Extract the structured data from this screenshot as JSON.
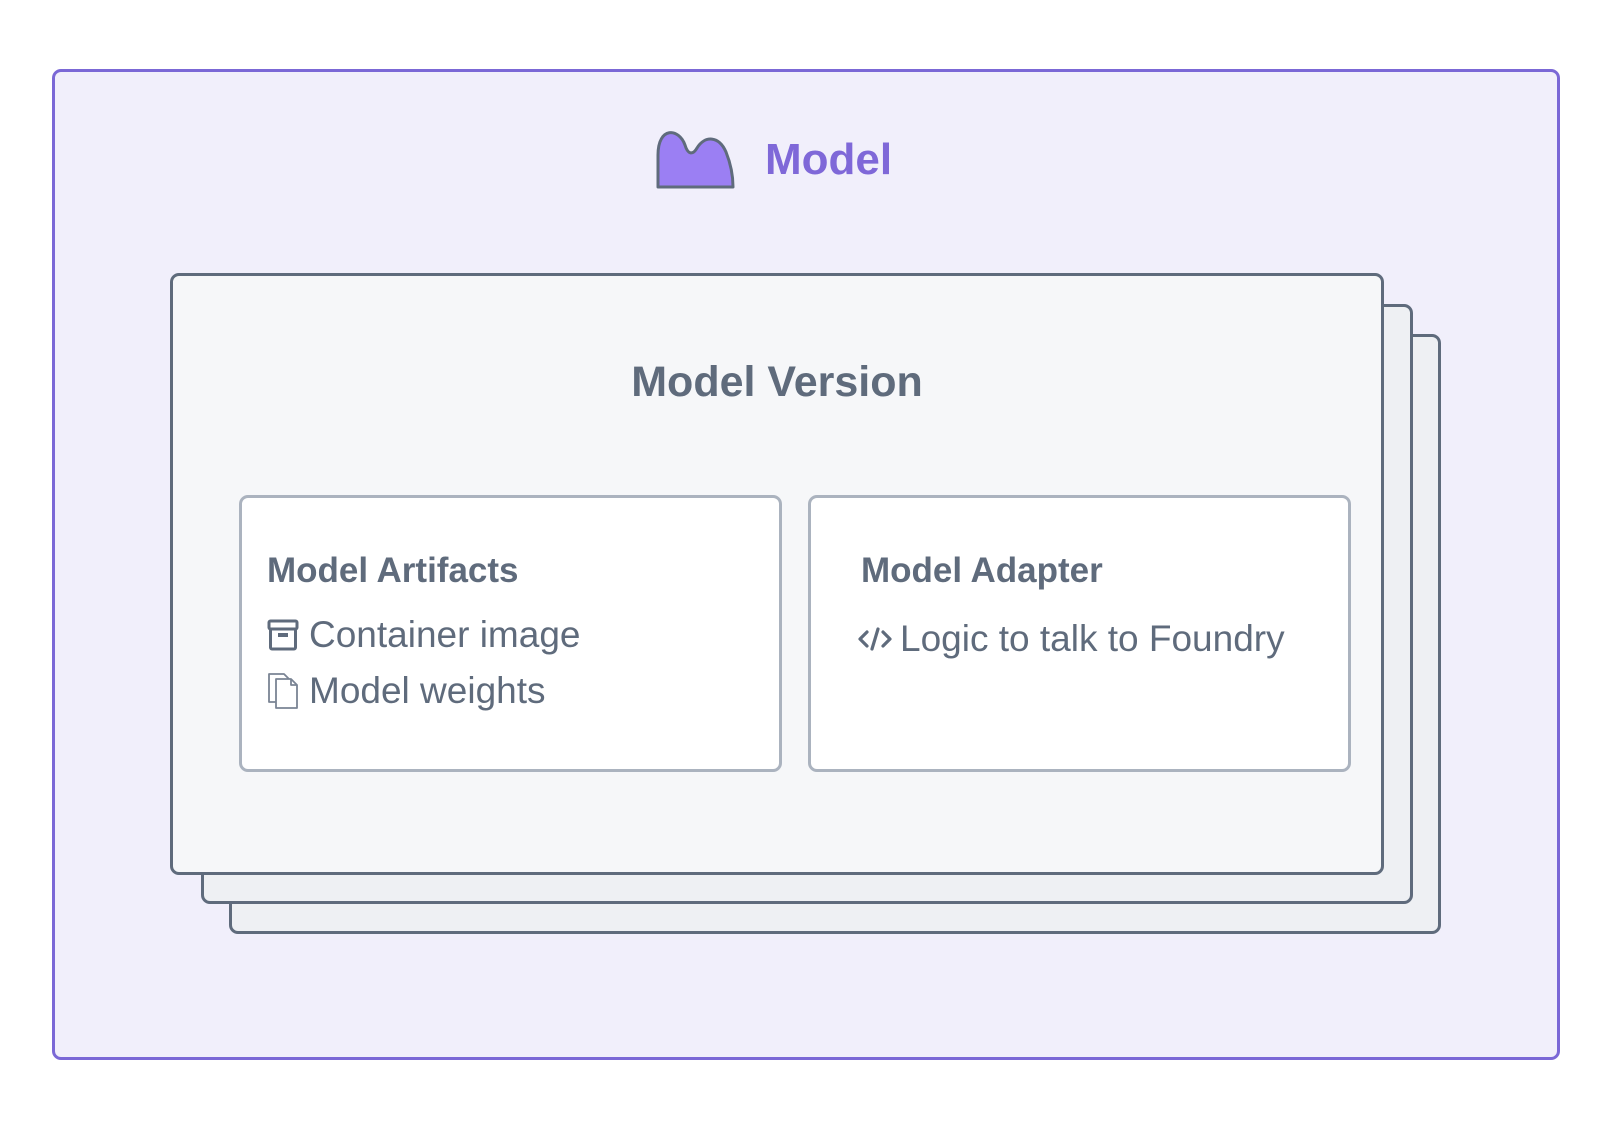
{
  "model": {
    "title": "Model",
    "icon": "model-icon",
    "accent_color": "#7b68d6"
  },
  "version": {
    "title": "Model Version"
  },
  "artifacts": {
    "title": "Model Artifacts",
    "items": [
      {
        "icon": "package-icon",
        "label": "Container image"
      },
      {
        "icon": "documents-icon",
        "label": "Model weights"
      }
    ]
  },
  "adapter": {
    "title": "Model Adapter",
    "items": [
      {
        "icon": "code-icon",
        "label": "Logic to talk to Foundry"
      }
    ]
  }
}
